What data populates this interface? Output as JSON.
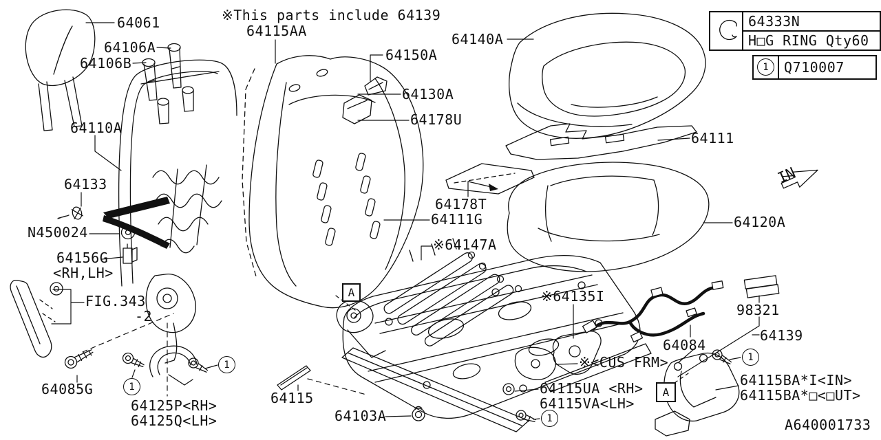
{
  "note": "※This parts include 64139",
  "drawing_number": "A640001733",
  "direction": "IN",
  "legend": {
    "hog_ring": {
      "part_no": "64333N",
      "description": "H□G RING Qty60"
    },
    "fastener": {
      "marker": "1",
      "part_no": "Q710007"
    }
  },
  "markers": {
    "circled_one": "1",
    "section_a": "A"
  },
  "labels": {
    "p64061": "64061",
    "p64106A": "64106A",
    "p64106B": "64106B",
    "p64110A": "64110A",
    "p64133": "64133",
    "pN450024": "N450024",
    "p64156G": "64156G",
    "p64156G_side": "<RH,LH>",
    "fig343": "FIG.343",
    "fig343_suffix": "-2",
    "p64085G": "64085G",
    "p64125P": "64125P<RH>",
    "p64125Q": "64125Q<LH>",
    "p64115AA": "64115AA",
    "p64150A": "64150A",
    "p64130A": "64130A",
    "p64178U": "64178U",
    "p64178T": "64178T",
    "p64111G": "64111G",
    "p64147A": "※64147A",
    "p64135I": "※64135I",
    "cus_frm": "※<CUS FRM>",
    "p64115UA": "64115UA <RH>",
    "p64115VA": "64115VA<LH>",
    "p64115": "64115",
    "p64103A": "64103A",
    "p64140A": "64140A",
    "p64111": "64111",
    "p64120A": "64120A",
    "p98321": "98321",
    "p64084": "64084",
    "p64139": "64139",
    "p64115BA_in": "64115BA*I<IN>",
    "p64115BA_out": "64115BA*□<□UT>"
  }
}
